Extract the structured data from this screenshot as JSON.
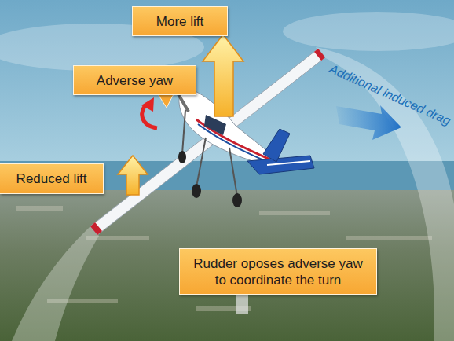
{
  "diagram": {
    "nodes": [
      {
        "text": [
          "More lift"
        ]
      },
      {
        "text": [
          "Adverse yaw"
        ]
      },
      {
        "text": [
          "Reduced lift"
        ]
      },
      {
        "text": [
          "Rudder oposes adverse yaw to coordinate the turn"
        ]
      }
    ],
    "labels": [
      "Additional induced drag"
    ]
  }
}
